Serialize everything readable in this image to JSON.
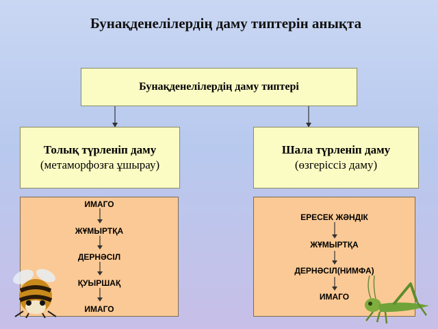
{
  "title": "Бунақденелілердің даму типтерін анықта",
  "root_box": {
    "label": "Бунақденелілердің даму типтері"
  },
  "complete": {
    "title": "Толық түрленіп даму",
    "subtitle": "(метаморфозға ұшырау)",
    "stages": [
      "ИМАГО",
      "ЖҰМЫРТҚА",
      "ДЕРНӘСІЛ",
      "ҚУЫРШАҚ",
      "ИМАГО"
    ]
  },
  "incomplete": {
    "title": "Шала түрленіп даму",
    "subtitle": "(өзгеріссіз даму)",
    "stages": [
      "ЕРЕСЕК ЖӘНДІК",
      "ЖҰМЫРТҚА",
      "ДЕРНӘСІЛ(НИМФА)",
      "ИМАГО"
    ]
  },
  "colors": {
    "header_box": "#fbfbc4",
    "stage_box": "#fbc995",
    "background": "#c3d1f0",
    "arrow": "#333333"
  },
  "icons": [
    "bee-icon",
    "grasshopper-icon"
  ]
}
